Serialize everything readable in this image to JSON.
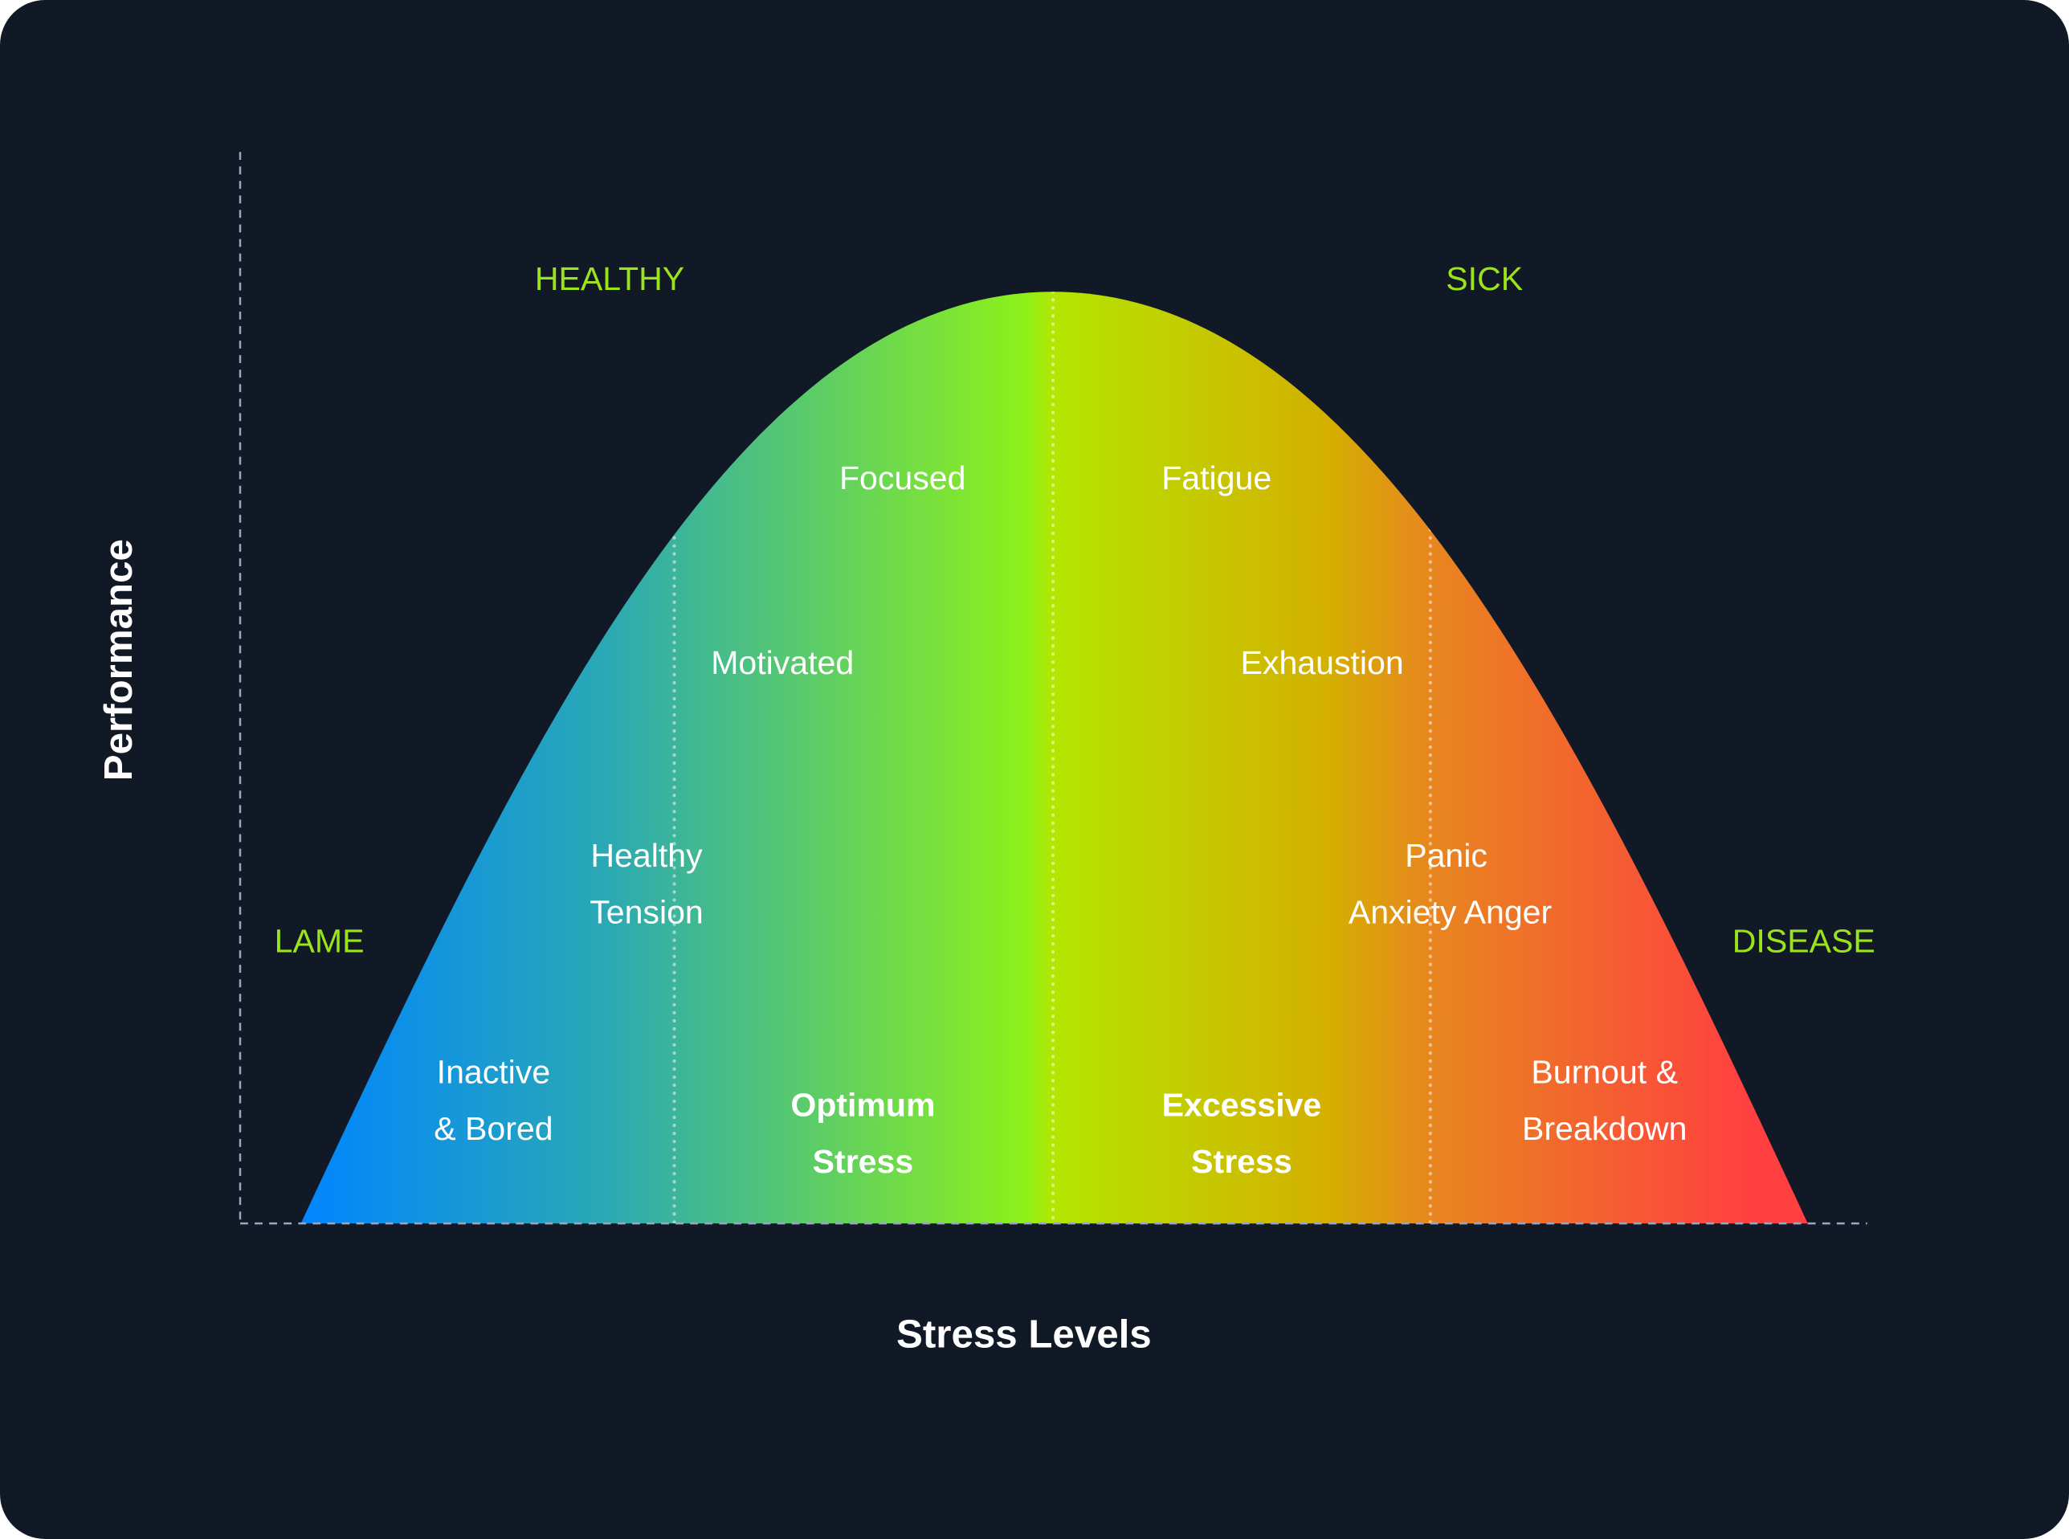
{
  "diagram": {
    "title_x": "Stress Levels",
    "title_y": "Performance",
    "zones": {
      "healthy": "HEALTHY",
      "sick": "SICK",
      "lame": "LAME",
      "disease": "DISEASE"
    },
    "states": {
      "focused": "Focused",
      "fatigue": "Fatigue",
      "motivated": "Motivated",
      "exhaustion": "Exhaustion",
      "healthy_tension": [
        "Healthy",
        "Tension"
      ],
      "panic": [
        "Panic",
        "Anxiety Anger"
      ],
      "inactive": [
        "Inactive",
        "& Bored"
      ],
      "burnout": [
        "Burnout &",
        "Breakdown"
      ]
    },
    "regions": {
      "optimum": [
        "Optimum",
        "Stress"
      ],
      "excessive": [
        "Excessive",
        "Stress"
      ]
    },
    "colors": {
      "background": "#121926",
      "zone_label": "#9be31a",
      "axis": "#9aa6c2",
      "gradient": [
        "#0085ff",
        "#2aa8b5",
        "#8ef01a",
        "#b3e600",
        "#d4b000",
        "#e8861f",
        "#ff4040"
      ]
    }
  }
}
